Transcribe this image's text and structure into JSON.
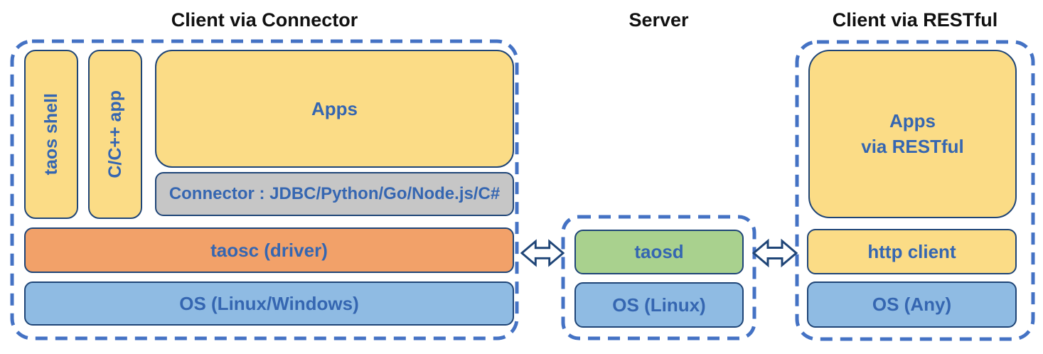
{
  "titles": {
    "connector": "Client via Connector",
    "server": "Server",
    "restful": "Client via RESTful"
  },
  "boxes": {
    "taos_shell": {
      "label": "taos shell"
    },
    "cpp_app": {
      "label": "C/C++ app"
    },
    "apps": {
      "label": "Apps"
    },
    "connector": {
      "label": "Connector : JDBC/Python/Go/Node.js/C#"
    },
    "taosc": {
      "label": "taosc (driver)"
    },
    "os_client": {
      "label": "OS (Linux/Windows)"
    },
    "taosd": {
      "label": "taosd"
    },
    "os_server": {
      "label": "OS (Linux)"
    },
    "apps_restful": {
      "line1": "Apps",
      "line2": "via RESTful"
    },
    "http_client": {
      "label": "http client"
    },
    "os_any": {
      "label": "OS (Any)"
    }
  },
  "icons": {
    "connector_server_link": "left-right-arrow",
    "server_restful_link": "left-right-arrow"
  },
  "colors": {
    "yellow": "#FBDC86",
    "orange": "#F2A169",
    "blue_box": "#8FBBE3",
    "green": "#A9D18E",
    "gray": "#C6C6C6",
    "border_navy": "#1F4577",
    "text_blue": "#3566B1",
    "dash_blue": "#4472C4",
    "title_black": "#111111",
    "bg": "#FFFFFF"
  }
}
